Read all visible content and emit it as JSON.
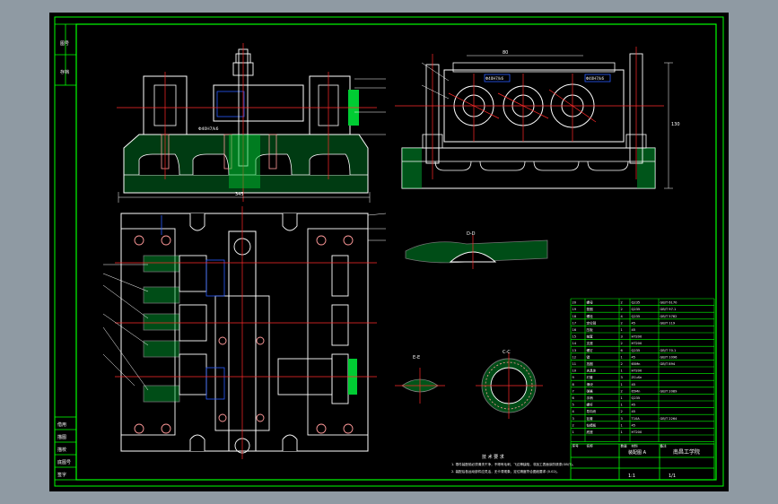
{
  "colors": {
    "backdrop": "#8f9aa3",
    "sheet": "#000000",
    "frame": "#00ff00",
    "part": "#ffffff",
    "center_line": "#ff2a2a",
    "dimension": "#2a5cff",
    "hatch": "#00cc33",
    "bolt": "#ff9999",
    "dimension_text": "#ffffff"
  },
  "section_labels": {
    "d": "D-D",
    "e": "E-E",
    "c": "C-C"
  },
  "title_block": {
    "company": "南昌工学院",
    "title": "装配图 A",
    "scale": "1:1",
    "sheet": "1/1"
  },
  "tech_requirements": {
    "heading": "技 术 要 求",
    "line1": "1. 零件装配前必须清洗干净，不得有毛刺、飞边等缺陷，非加工表面涂防锈漆(GB/T)。",
    "line2": "2. 装配后各运动部件应灵活，无卡滞现象，定位精度符合图纸要求 (0.02)。"
  },
  "dimension_notes": {
    "top_overall": "345",
    "right_height": "130",
    "width_left": "80",
    "bore_tag1": "Φ40H7/k6",
    "bore_tag2": "Φ40H7/k6",
    "bore_tag3": "Φ40H7/k6"
  },
  "parts_list": [
    {
      "no": "20",
      "name": "螺母",
      "qty": "2",
      "material": "Q235",
      "std": "GB/T 6170"
    },
    {
      "no": "19",
      "name": "垫圈",
      "qty": "2",
      "material": "Q235",
      "std": "GB/T 97.1"
    },
    {
      "no": "18",
      "name": "螺栓",
      "qty": "4",
      "material": "Q235",
      "std": "GB/T 5782"
    },
    {
      "no": "17",
      "name": "定位销",
      "qty": "2",
      "material": "45",
      "std": "GB/T 119"
    },
    {
      "no": "16",
      "name": "压板",
      "qty": "1",
      "material": "45",
      "std": ""
    },
    {
      "no": "15",
      "name": "轴套",
      "qty": "3",
      "material": "HT200",
      "std": ""
    },
    {
      "no": "14",
      "name": "支座",
      "qty": "2",
      "material": "HT200",
      "std": ""
    },
    {
      "no": "13",
      "name": "螺钉",
      "qty": "6",
      "material": "Q235",
      "std": "GB/T 70.1"
    },
    {
      "no": "12",
      "name": "键",
      "qty": "1",
      "material": "45",
      "std": "GB/T 1096"
    },
    {
      "no": "11",
      "name": "挡圈",
      "qty": "2",
      "material": "65Mn",
      "std": "GB/T 894"
    },
    {
      "no": "10",
      "name": "夹具体",
      "qty": "1",
      "material": "HT200",
      "std": ""
    },
    {
      "no": "9",
      "name": "衬套",
      "qty": "3",
      "material": "ZCuSn",
      "std": ""
    },
    {
      "no": "8",
      "name": "滑块",
      "qty": "1",
      "material": "45",
      "std": ""
    },
    {
      "no": "7",
      "name": "弹簧",
      "qty": "2",
      "material": "65Mn",
      "std": "GB/T 2089"
    },
    {
      "no": "6",
      "name": "手柄",
      "qty": "1",
      "material": "Q235",
      "std": ""
    },
    {
      "no": "5",
      "name": "螺杆",
      "qty": "1",
      "material": "45",
      "std": ""
    },
    {
      "no": "4",
      "name": "导向块",
      "qty": "2",
      "material": "45",
      "std": ""
    },
    {
      "no": "3",
      "name": "钻套",
      "qty": "3",
      "material": "T10A",
      "std": "GB/T 2264"
    },
    {
      "no": "2",
      "name": "钻模板",
      "qty": "1",
      "material": "45",
      "std": ""
    },
    {
      "no": "1",
      "name": "底座",
      "qty": "1",
      "material": "HT200",
      "std": ""
    }
  ],
  "parts_header": {
    "no": "序号",
    "name": "名称",
    "qty": "数量",
    "material": "材料",
    "std": "备注"
  },
  "side_tabs": [
    "借用",
    "描图",
    "描校",
    "底图号",
    "签字"
  ],
  "top_left_tabs": [
    "图号",
    "存档"
  ]
}
